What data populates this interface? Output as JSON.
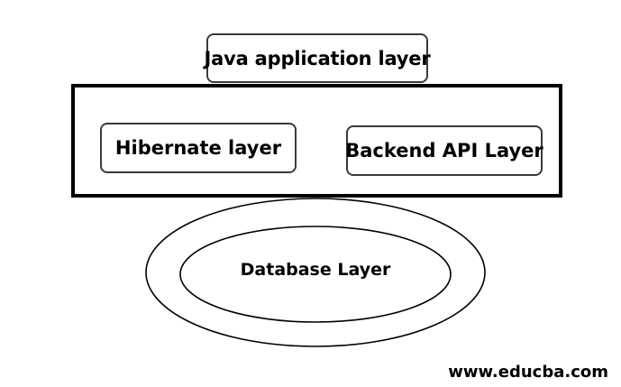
{
  "diagram": {
    "top_layer": "Java application layer",
    "middle_layers": [
      "Hibernate layer",
      "Backend API Layer"
    ],
    "bottom_layer": "Database Layer"
  },
  "watermark": "www.educba.com"
}
